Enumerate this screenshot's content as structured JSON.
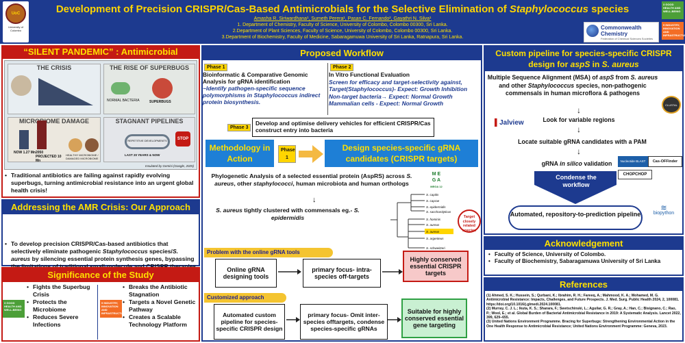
{
  "header": {
    "title_part1": "Development of Precision CRISPR/Cas-Based Antimicrobials for the Selective Elimination of ",
    "title_italic": "Staphylococcus",
    "title_part2": " species",
    "authors": "Amasha R. Siriwardhana¹, Sumeth Perera¹, Pasan C. Fernando², Gayathri N. Silva¹",
    "affil1": "1. Department of Chemistry, Faculty of Science, University of Colombo, Colombo 00300, Sri Lanka.",
    "affil2": "2.Department of Plant Sciences, Faculty of Science, University of Colombo, Colombo 00300, Sri Lanka.",
    "affil3": "3.Department of Biochemistry, Faculty of Medicine, Sabaragamuwa University of Sri Lanka, Ratnapura, Sri Lanka.",
    "uoc_logo_text": "University of Colombo",
    "cc_logo_title": "Commonwealth Chemistry",
    "cc_logo_sub": "Federation of Chemical Sciences Societies",
    "sdg3_label": "3 GOOD HEALTH AND WELL-BEING",
    "sdg9_label": "9 INDUSTRY, INNOVATION AND INFRASTRUCTURE"
  },
  "left": {
    "pandemic_head": "“SILENT PANDEMIC” : Antimicrobial Resistance",
    "infographic": {
      "crisis": "THE CRISIS",
      "superbugs": "THE RISE OF SUPERBUGS",
      "microbiome": "MICROBIOME DAMAGE",
      "pipelines": "STAGNANT PIPELINES",
      "now_label": "NOW",
      "now_value": "1.27 Mn",
      "y2050_label": "2050 PROJECTED",
      "y2050_value": "10 Mn",
      "yaxis": "Countries Annual Deaths",
      "normal_bacteria": "NORMAL BACTERIA",
      "superbugs_tag": "SUPERBUGS",
      "healthy": "HEALTHY MICROBIOME",
      "damaged": "DAMAGED MICROBIOME",
      "pipe_text": "REPETITIVE DEVELOPMENTS",
      "pipe_years": "LAST 20 YEARS & NOW",
      "credit": "Insulated by Gemini (Google, 2025)"
    },
    "bullet_main": "Traditional antibiotics are failing against rapidly evolving superbugs, turning antimicrobial resistance into an urgent global health crisis!",
    "addressing_head": "Addressing the AMR Crisis: Our Approach",
    "approach_part1": "To develop precision CRISPR/Cas-based antibiotics that selectively eliminate pathogenic ",
    "approach_italic1": "Staphylococcus",
    "approach_part2": " species/",
    "approach_italic2": "S. aureus",
    "approach_part3": " by silencing essential protein synthesis genes, bypassing the limitations of traditional small-molecule and CRISPR therapies.",
    "significance_head": "Significance of the Study",
    "sig_col1": [
      "Fights the Superbug Crisis",
      "Protects the Microbiome",
      "Reduces Severe Infections"
    ],
    "sig_col2": [
      "Breaks the Antibiotic Stagnation",
      "Targets a Novel Genetic Pathway",
      "Creates a Scalable Technology Platform"
    ]
  },
  "middle": {
    "head": "Proposed Workflow",
    "phase1_tag": "Phase 1",
    "phase1_title": "Bioinformatic & Comparative Genomic Analysis for gRNA identification",
    "phase1_desc": "~Identify pathogen-specific sequence polymorphisms in Staphylococcus indirect protein biosynthesis.",
    "phase2_tag": "Phase 2",
    "phase2_title": "In Vitro Functional Evaluation",
    "phase2_desc1": "Screen for efficacy and target-selectivity against, Target(Staphylococcus)- Expect: Growth Inhibition",
    "phase2_desc2": "Non-target bacteria→ Expect: Normal Growth",
    "phase2_desc3": "Mammalian cells - Expect: Normal Growth",
    "phase3_tag": "Phase 3",
    "phase3_text": "Develop and optimise delivery vehicles for efficient CRISPR/Cas construct entry into bacteria",
    "method_label": "Methodology in Action",
    "method_phase": "Phase 1",
    "design_label": "Design species-specific gRNA candidates (CRISPR targets)",
    "phylo_part1": "Phylogenetic Analysis of  a selected essential protein (AspRS) across ",
    "phylo_italic1": "S. aureus",
    "phylo_part2": ", other ",
    "phylo_italic2": "staphylococci",
    "phylo_part3": ", human microbiota and human  orthologs",
    "mega_label": "MEGA 12",
    "cluster_italic": "S. aureus",
    "cluster_part1": " tightly clustered with commensals eg.- ",
    "cluster_italic2": "S. epidermidis",
    "tree_leaves": [
      "S. capitis",
      "S. caprae",
      "S. epidermidis",
      "S. saccharolyticus",
      "S. hominis",
      "S. aureus",
      "S. aureus",
      "S. argenteus",
      "S. schweitzeri"
    ],
    "target_circle": "Target closely related species",
    "problem_tag": "Problem with the online gRNA tools",
    "box_online": "Online gRNA designing tools",
    "box_primary": "primary focus- intra-species off-targets",
    "box_conserved": "Highly conserved essential CRISPR targets",
    "custom_tag": "Customized approach",
    "box_auto": "Automated custom pipeline for species-specific CRISPR design",
    "box_omit": "primary focus- Omit inter-species offtargets, condense species-specific gRNAs",
    "box_suitable": "Suitable for highly conserved essential gene targeting"
  },
  "right": {
    "head_part1": "Custom pipeline for species-specific CRISPR design for ",
    "head_italic1": "aspS",
    "head_part2": " in ",
    "head_italic2": "S. aureus",
    "msa_part1": "Multiple Sequence Alignment (MSA) of ",
    "msa_italic1": "aspS",
    "msa_part2": " from ",
    "msa_italic2": "S. aureus",
    "msa_part3": " and other ",
    "msa_italic3": "Staphylococcus",
    "msa_part4": " species, non-pathogenic commensals in human microflora & pathogens",
    "clustal_label": "CLUSTAL",
    "step_lookfor": "Look for variable regions",
    "jalview_label": "Jalview",
    "step_locate": "Locate suitable gRNA candidates with a PAM",
    "step_validation_part1": "gRNA ",
    "step_validation_italic": "in silico",
    "step_validation_part2": " validation",
    "blast_label": "Nucleotide BLAST",
    "casoff_label": "Cas-OFFinder",
    "chopchop_label": "CHOPCHOP",
    "condense": "Condense the workflow",
    "automated": "Automated, repository-to-prediction pipeline",
    "biopython_label": "biopython",
    "ack_head": "Acknowledgement",
    "ack_items": [
      "Faculty of Science, University of Colombo.",
      "Faculty of Biochemistry, Sabaragamuwa University of Sri Lanka"
    ],
    "ref_head": "References",
    "refs": [
      "(1) Ahmed, S. K.; Hussein, S.; Qurbani, K.; Ibrahim, R. H.; Fareeq, A.; Mahmood, K. A.; Mohamed, M. G. Antimicrobial Resistance: Impacts, Challenges, and Future Prospects. J. Med. Surg. Public Health 2024, 2, 100081. https://doi.org/10.1016/j.glmedi.2024.100081.",
      "(2) Murray, C. J. L.; Ikuta, K. S.; Sharara, F.; Swetschinski, L.; Aguilar, G. R.; Gray, A.; Han, C.; Bisignano, C.; Rao, P.; Wool, E.; et al. Global Burden of Bacterial Antimicrobial Resistance in 2019: A Systematic Analysis. Lancet 2022, 399, 629–655.",
      "(3) United Nations Environment Programme. Bracing for Superbugs: Strengthening Environmental Action in the One Health Response to Antimicrobial Resistance; United Nations Environment Programme: Geneva, 2023."
    ]
  },
  "colors": {
    "navy": "#1d3a8f",
    "yellow": "#ffd500",
    "red": "#c41a14",
    "green": "#2ea043"
  }
}
